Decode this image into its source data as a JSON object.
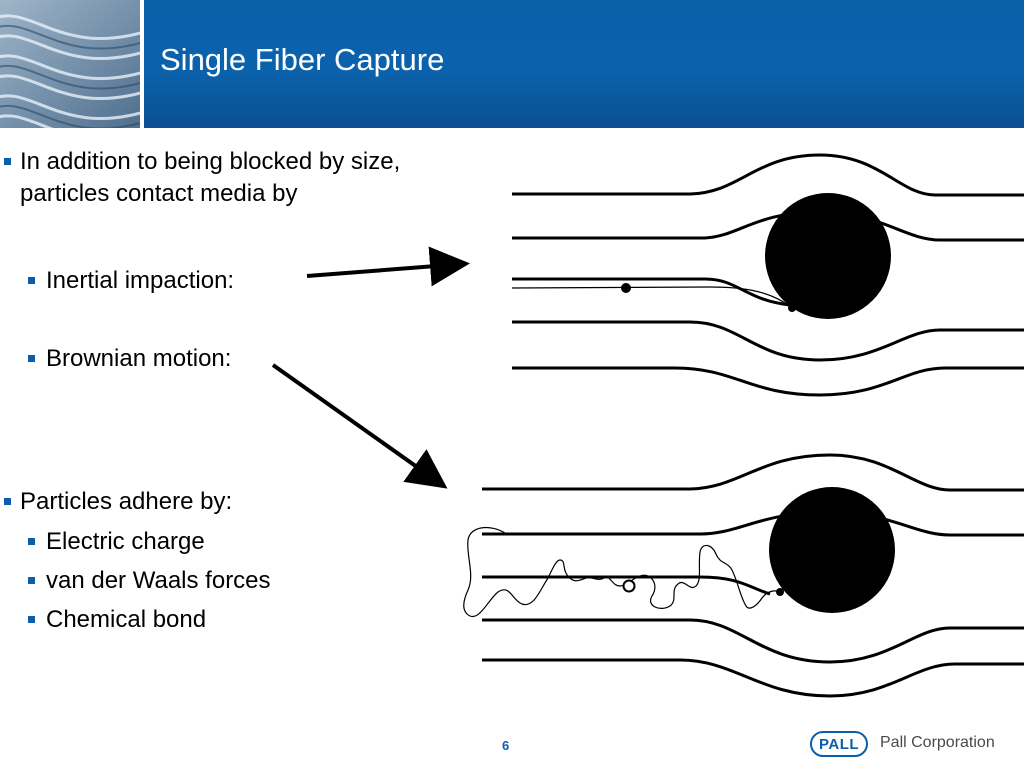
{
  "header": {
    "title": "Single Fiber Capture"
  },
  "bullets": {
    "intro": [
      "In addition to being blocked by size,",
      "particles contact media by"
    ],
    "mechanisms": [
      "Inertial impaction:",
      "Brownian motion:"
    ],
    "adhere_heading": "Particles adhere by:",
    "adhere_items": [
      "Electric charge",
      "van der Waals forces",
      "Chemical bond"
    ]
  },
  "footer": {
    "page_number": "6",
    "logo_text": "PALL",
    "company": "Pall Corporation"
  },
  "colors": {
    "header_blue": "#0b62ac",
    "bullet_blue": "#0b5fa8",
    "ink": "#000000"
  }
}
